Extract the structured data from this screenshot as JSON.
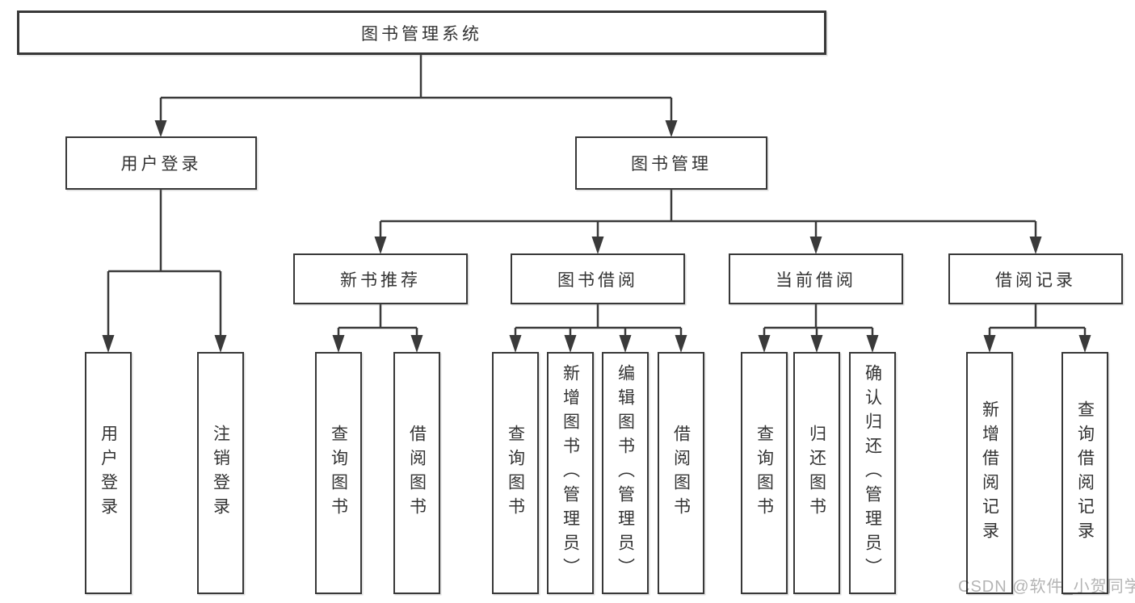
{
  "title": "图书管理系统",
  "colors": {
    "line": "#3a3a3a",
    "border": "#383838",
    "text": "#333333",
    "background": "#ffffff",
    "watermark": "#b4b4b4"
  },
  "diagram": {
    "type": "tree",
    "root": "图书管理系统",
    "branches": [
      {
        "label": "用户登录",
        "children": [
          "用户登录",
          "注销登录"
        ]
      },
      {
        "label": "图书管理",
        "children": [
          {
            "label": "新书推荐",
            "children": [
              "查询图书",
              "借阅图书"
            ]
          },
          {
            "label": "图书借阅",
            "children": [
              "查询图书",
              "新增图书（管理员）",
              "编辑图书（管理员）",
              "借阅图书"
            ]
          },
          {
            "label": "当前借阅",
            "children": [
              "查询图书",
              "归还图书",
              "确认归还（管理员）"
            ]
          },
          {
            "label": "借阅记录",
            "children": [
              "新增借阅记录",
              "查询借阅记录"
            ]
          }
        ]
      }
    ]
  },
  "watermark": {
    "text": "CSDN @软件_小贺同学"
  }
}
